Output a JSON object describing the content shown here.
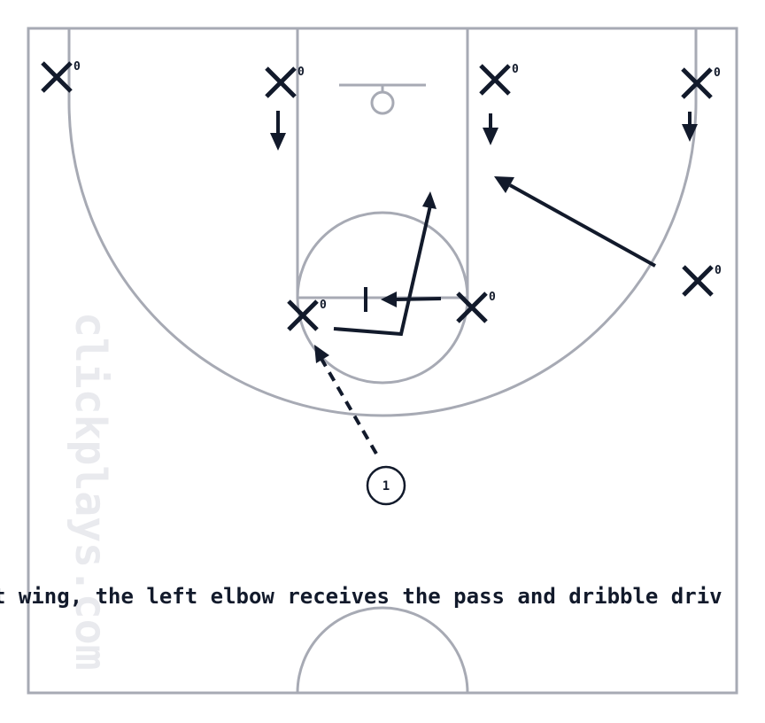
{
  "watermark": "clickplays.com",
  "caption": "t wing, the left elbow receives the pass and dribble driv",
  "players": [
    {
      "name": "defender-left-corner",
      "tag": "0"
    },
    {
      "name": "defender-left-block",
      "tag": "0"
    },
    {
      "name": "defender-right-block",
      "tag": "0"
    },
    {
      "name": "defender-right-corner",
      "tag": "0"
    },
    {
      "name": "defender-right-wing",
      "tag": "0"
    },
    {
      "name": "defender-left-elbow",
      "tag": "0"
    },
    {
      "name": "defender-right-elbow",
      "tag": "0"
    }
  ],
  "ball_handler": "1",
  "colors": {
    "court": "#a7aab4",
    "ink": "#121a2b",
    "watermark": "#e9eaee"
  }
}
